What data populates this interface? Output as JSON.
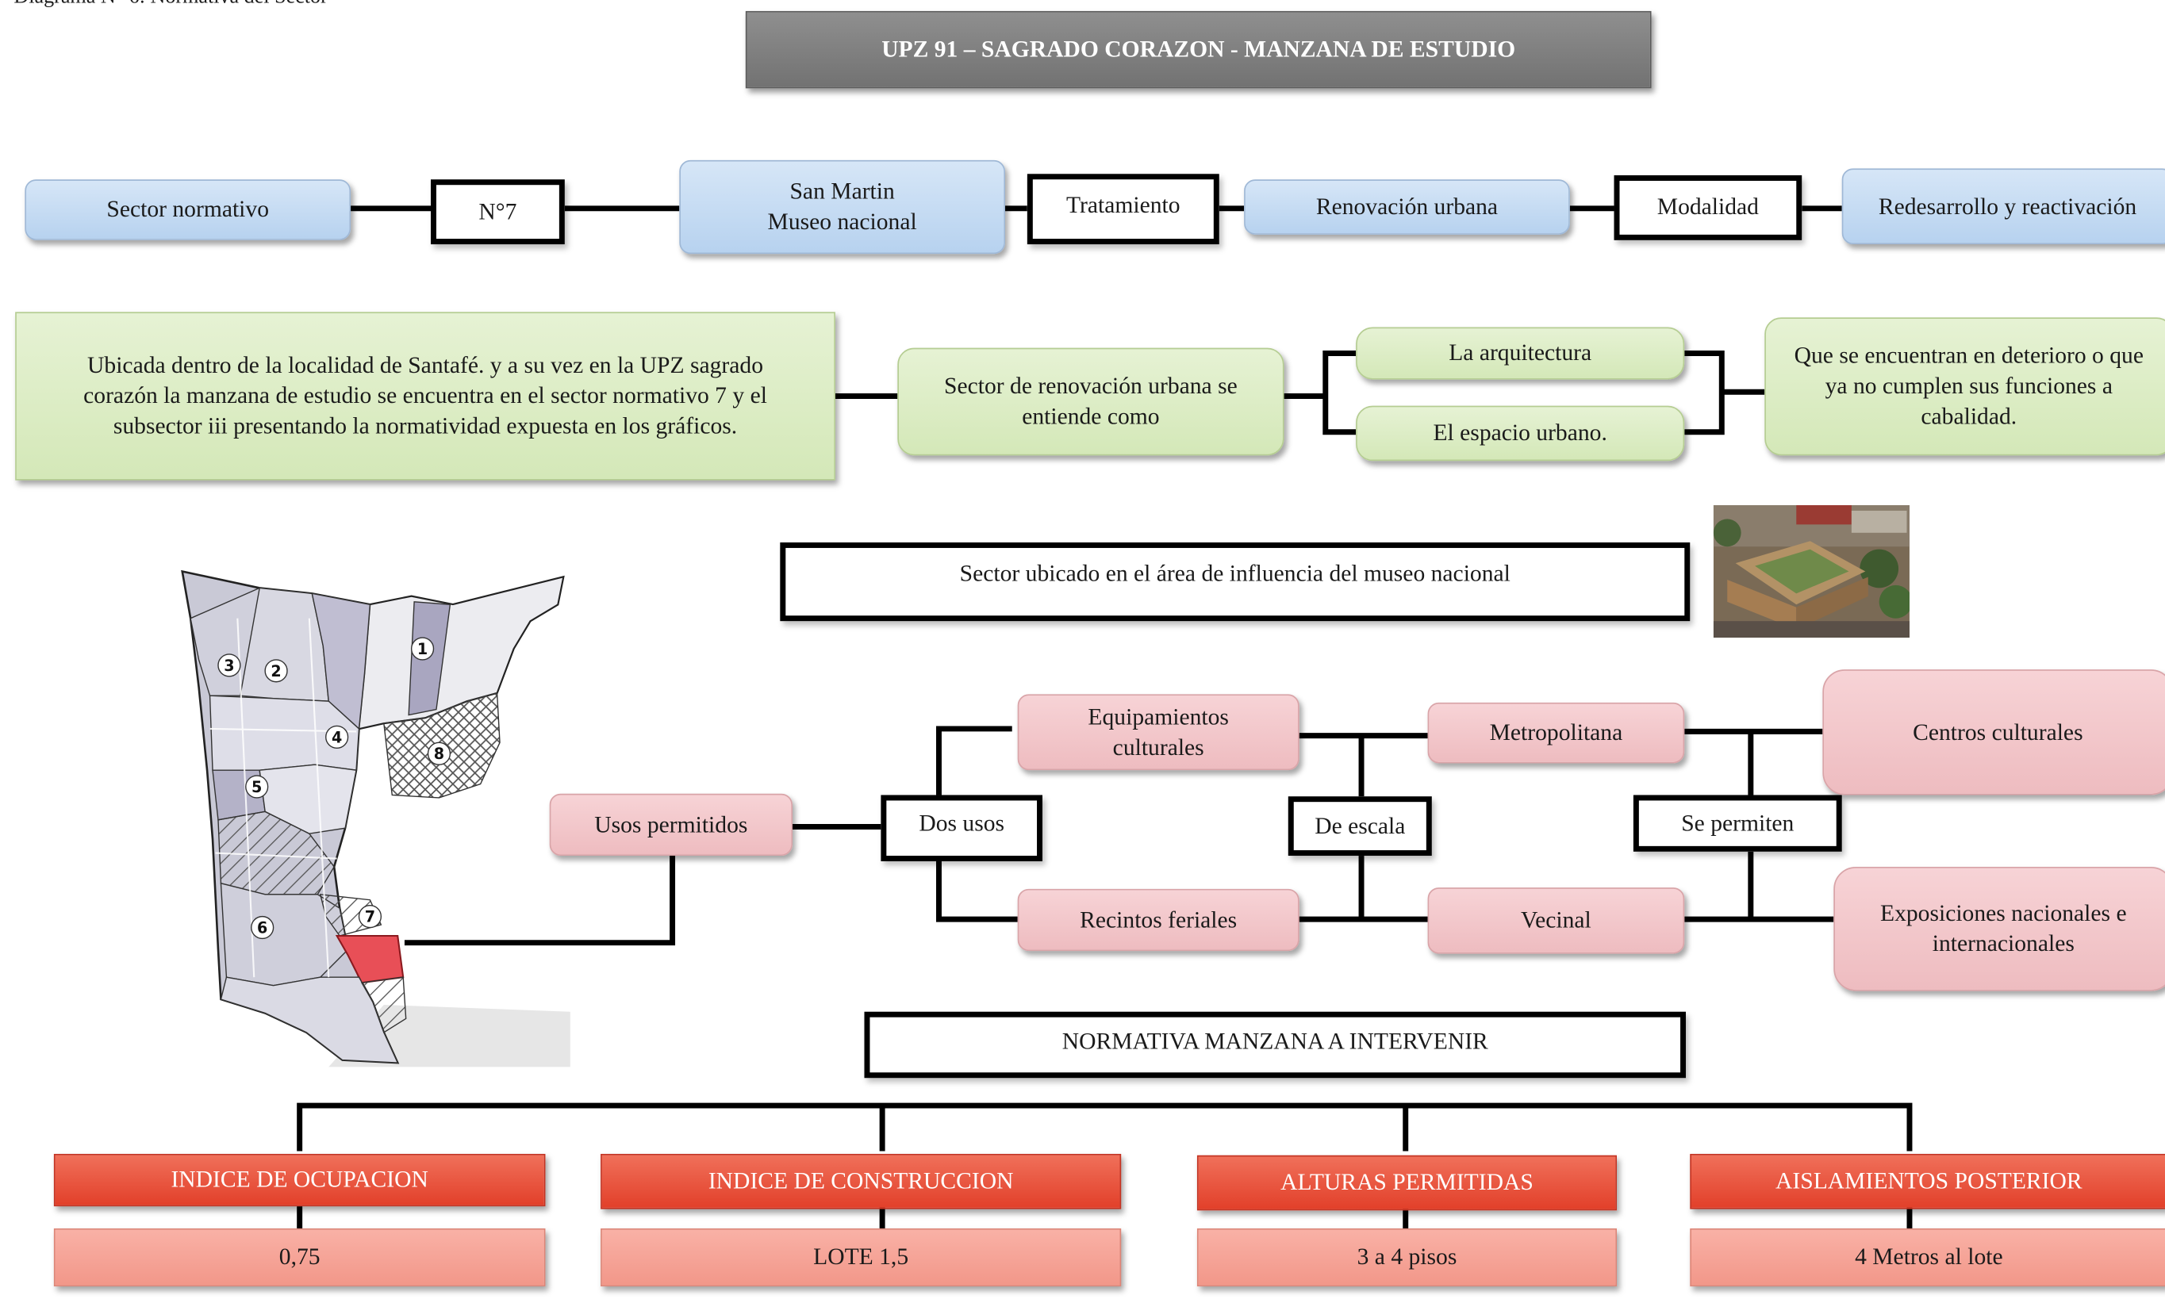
{
  "caption": "Diagrama  N° 6: Normativa del Sector",
  "title": "UPZ 91 – SAGRADO CORAZON - MANZANA DE ESTUDIO",
  "row1": {
    "sector_normativo": "Sector normativo",
    "n7": "N°7",
    "san_martin_1": "San Martin",
    "san_martin_2": "Museo nacional",
    "tratamiento": "Tratamiento",
    "renovacion": "Renovación urbana",
    "modalidad": "Modalidad",
    "redesarrollo": "Redesarrollo y reactivación"
  },
  "row2": {
    "ubicada": "Ubicada dentro de la localidad de Santafé. y a su vez en la UPZ sagrado corazón la manzana de estudio se encuentra en el sector normativo 7 y el subsector iii presentando la normatividad expuesta en los gráficos.",
    "sector_renovacion": "Sector de  renovación urbana se entiende como",
    "arquitectura": "La arquitectura",
    "espacio": "El espacio urbano.",
    "deterioro": "Que se encuentran en deterioro o que ya no cumplen sus funciones a cabalidad."
  },
  "influencia": "Sector ubicado en el área de influencia del museo nacional",
  "usos": {
    "usos_permitidos": "Usos permitidos",
    "dos_usos": "Dos usos",
    "equip_1": "Equipamientos",
    "equip_2": "culturales",
    "recintos": "Recintos feriales",
    "de_escala": "De escala",
    "metropolitana": "Metropolitana",
    "vecinal": "Vecinal",
    "se_permiten": "Se permiten",
    "centros": "Centros culturales",
    "exposiciones": "Exposiciones nacionales e internacionales"
  },
  "normativa": {
    "title": "NORMATIVA MANZANA A INTERVENIR",
    "items": [
      {
        "header": "INDICE DE OCUPACION",
        "value": "0,75"
      },
      {
        "header": "INDICE DE CONSTRUCCION",
        "value": "LOTE 1,5"
      },
      {
        "header": "ALTURAS PERMITIDAS",
        "value": "3 a 4 pisos"
      },
      {
        "header": "AISLAMIENTOS POSTERIOR",
        "value": "4 Metros al lote"
      }
    ]
  },
  "map": {
    "labels": [
      "1",
      "2",
      "3",
      "4",
      "5",
      "6",
      "7",
      "8"
    ],
    "highlight_color": "#e8545c"
  }
}
